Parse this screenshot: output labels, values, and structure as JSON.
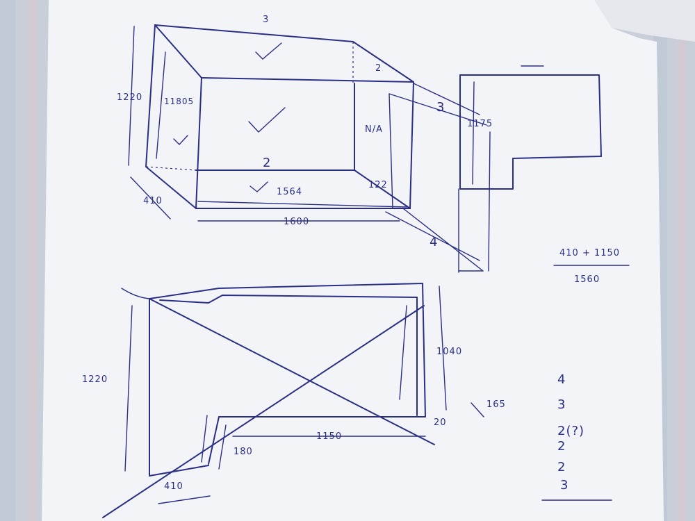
{
  "colors": {
    "ink": "#2a2f86",
    "paper": "#f3f4f8",
    "tablecloth": "#c9cfd8"
  },
  "top_sketch": {
    "top_edge": "3",
    "back_right_edge": "2",
    "height_outer": "1220",
    "height_inner": "11805",
    "bottom_edge": "2",
    "inner_width": "1564",
    "outer_width": "1600",
    "depth": "410",
    "side_label": "N/A",
    "corner_label": "122",
    "projection_edge_a": "3",
    "projection_edge_b": "4",
    "side_view_height": "1175"
  },
  "calculation": {
    "numerator": "410 + 1150",
    "result": "1560"
  },
  "bottom_sketch": {
    "height_outer": "1220",
    "height_inner": "1040",
    "width": "1150",
    "step_height": "180",
    "bottom_depth": "410",
    "corner_angle": "165",
    "corner_offset": "20"
  },
  "tally": [
    "4",
    "3",
    "2(?)",
    "2",
    "2",
    "3"
  ]
}
